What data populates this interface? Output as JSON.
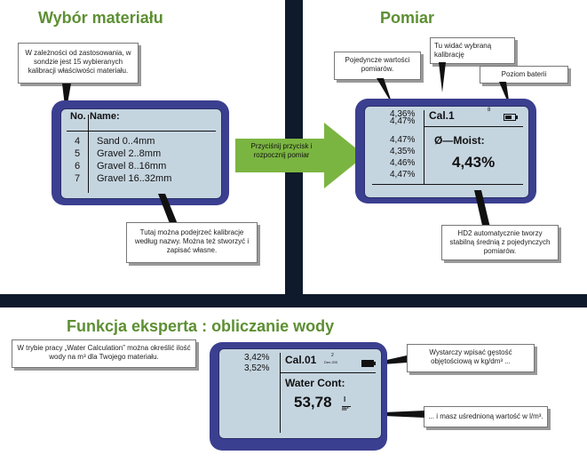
{
  "sections": {
    "material_title": "Wybór materiału",
    "measure_title": "Pomiar",
    "expert_title": "Funkcja eksperta : obliczanie wody"
  },
  "material": {
    "note_top": "W zależności od zastosowania, w sondzie jest 15 wybieranych kalibracji właściwości materiału.",
    "note_bottom": "Tutaj można podejrzeć kalibracje według nazwy. Można też stworzyć i zapisać własne.",
    "lcd": {
      "header_no": "No.",
      "header_name": "Name:",
      "rows": [
        {
          "no": "4",
          "name": "Sand 0..4mm"
        },
        {
          "no": "5",
          "name": "Gravel 2..8mm"
        },
        {
          "no": "6",
          "name": "Gravel 8..16mm"
        },
        {
          "no": "7",
          "name": "Gravel 16..32mm"
        }
      ]
    }
  },
  "arrow": {
    "label": "Przyciśnij przycisk i rozpocznij pomiar"
  },
  "measure": {
    "note_values": "Pojedyncze wartości pomiarów.",
    "note_calibration": "Tu widać wybraną kalibrację",
    "note_battery": "Poziom baterii",
    "note_average": "HD2 automatycznie tworzy stabilną średnią z pojedynczych pomiarów.",
    "lcd": {
      "values": [
        "4,36%",
        "4,47%",
        "4,47%",
        "4,35%",
        "4,46%",
        "4,47%"
      ],
      "calibration": "Cal.1",
      "superscript": "8",
      "mode_label": "Ø—Moist:",
      "average": "4,43%"
    }
  },
  "expert": {
    "note_mode": "W trybie pracy „Water Calculation” można określić ilość wody na m³ dla Twojego materiału.",
    "note_density": "Wystarczy wpisać gęstość objętościową w kg/dm³ ...",
    "note_result": "... i masz uśrednioną wartość w l/m³.",
    "lcd": {
      "values": [
        "3,42%",
        "3,52%"
      ],
      "calibration": "Cal.01",
      "superscript": "2",
      "density_small": "Den.200",
      "label": "Water Cont:",
      "value": "53,78",
      "unit_top": "l",
      "unit_bottom": "m³"
    }
  }
}
